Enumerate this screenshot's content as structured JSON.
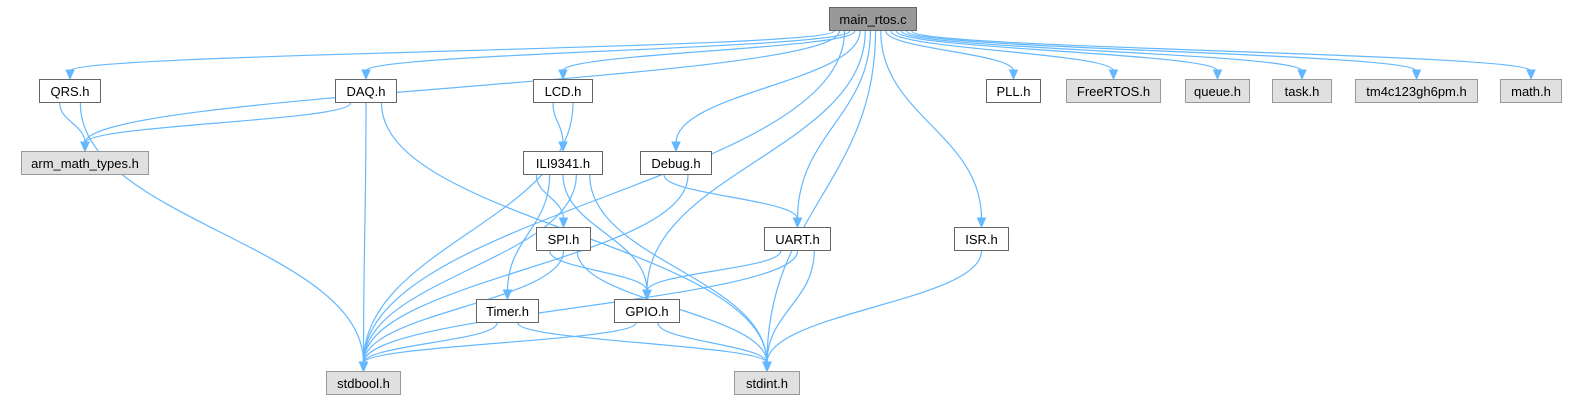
{
  "graph": {
    "colors": {
      "edge": "#63b8ff",
      "root_fill": "#999999",
      "external_fill": "#e0e0e0",
      "node_border": "#666666"
    },
    "nodes": [
      {
        "id": "main_rtos.c",
        "label": "main_rtos.c",
        "kind": "root"
      },
      {
        "id": "QRS.h",
        "label": "QRS.h",
        "kind": "doc"
      },
      {
        "id": "DAQ.h",
        "label": "DAQ.h",
        "kind": "doc"
      },
      {
        "id": "LCD.h",
        "label": "LCD.h",
        "kind": "doc"
      },
      {
        "id": "PLL.h",
        "label": "PLL.h",
        "kind": "doc"
      },
      {
        "id": "FreeRTOS.h",
        "label": "FreeRTOS.h",
        "kind": "external"
      },
      {
        "id": "queue.h",
        "label": "queue.h",
        "kind": "external"
      },
      {
        "id": "task.h",
        "label": "task.h",
        "kind": "external"
      },
      {
        "id": "tm4c123gh6pm.h",
        "label": "tm4c123gh6pm.h",
        "kind": "external"
      },
      {
        "id": "math.h",
        "label": "math.h",
        "kind": "external"
      },
      {
        "id": "arm_math_types.h",
        "label": "arm_math_types.h",
        "kind": "external"
      },
      {
        "id": "ILI9341.h",
        "label": "ILI9341.h",
        "kind": "doc"
      },
      {
        "id": "Debug.h",
        "label": "Debug.h",
        "kind": "doc"
      },
      {
        "id": "SPI.h",
        "label": "SPI.h",
        "kind": "doc"
      },
      {
        "id": "UART.h",
        "label": "UART.h",
        "kind": "doc"
      },
      {
        "id": "ISR.h",
        "label": "ISR.h",
        "kind": "doc"
      },
      {
        "id": "Timer.h",
        "label": "Timer.h",
        "kind": "doc"
      },
      {
        "id": "GPIO.h",
        "label": "GPIO.h",
        "kind": "doc"
      },
      {
        "id": "stdbool.h",
        "label": "stdbool.h",
        "kind": "external"
      },
      {
        "id": "stdint.h",
        "label": "stdint.h",
        "kind": "external"
      }
    ],
    "edges": [
      [
        "main_rtos.c",
        "QRS.h"
      ],
      [
        "main_rtos.c",
        "arm_math_types.h"
      ],
      [
        "main_rtos.c",
        "stdbool.h"
      ],
      [
        "main_rtos.c",
        "DAQ.h"
      ],
      [
        "main_rtos.c",
        "LCD.h"
      ],
      [
        "main_rtos.c",
        "Debug.h"
      ],
      [
        "main_rtos.c",
        "GPIO.h"
      ],
      [
        "main_rtos.c",
        "UART.h"
      ],
      [
        "main_rtos.c",
        "stdint.h"
      ],
      [
        "main_rtos.c",
        "ISR.h"
      ],
      [
        "main_rtos.c",
        "PLL.h"
      ],
      [
        "main_rtos.c",
        "FreeRTOS.h"
      ],
      [
        "main_rtos.c",
        "queue.h"
      ],
      [
        "main_rtos.c",
        "task.h"
      ],
      [
        "main_rtos.c",
        "tm4c123gh6pm.h"
      ],
      [
        "main_rtos.c",
        "math.h"
      ],
      [
        "QRS.h",
        "arm_math_types.h"
      ],
      [
        "QRS.h",
        "stdbool.h"
      ],
      [
        "DAQ.h",
        "arm_math_types.h"
      ],
      [
        "DAQ.h",
        "stdbool.h"
      ],
      [
        "DAQ.h",
        "stdint.h"
      ],
      [
        "LCD.h",
        "ILI9341.h"
      ],
      [
        "LCD.h",
        "stdbool.h"
      ],
      [
        "ILI9341.h",
        "SPI.h"
      ],
      [
        "ILI9341.h",
        "Timer.h"
      ],
      [
        "ILI9341.h",
        "GPIO.h"
      ],
      [
        "ILI9341.h",
        "stdbool.h"
      ],
      [
        "ILI9341.h",
        "stdint.h"
      ],
      [
        "Debug.h",
        "UART.h"
      ],
      [
        "Debug.h",
        "stdbool.h"
      ],
      [
        "SPI.h",
        "GPIO.h"
      ],
      [
        "SPI.h",
        "stdbool.h"
      ],
      [
        "SPI.h",
        "stdint.h"
      ],
      [
        "UART.h",
        "GPIO.h"
      ],
      [
        "UART.h",
        "stdbool.h"
      ],
      [
        "UART.h",
        "stdint.h"
      ],
      [
        "ISR.h",
        "stdint.h"
      ],
      [
        "Timer.h",
        "stdbool.h"
      ],
      [
        "Timer.h",
        "stdint.h"
      ],
      [
        "GPIO.h",
        "stdbool.h"
      ],
      [
        "GPIO.h",
        "stdint.h"
      ]
    ]
  }
}
